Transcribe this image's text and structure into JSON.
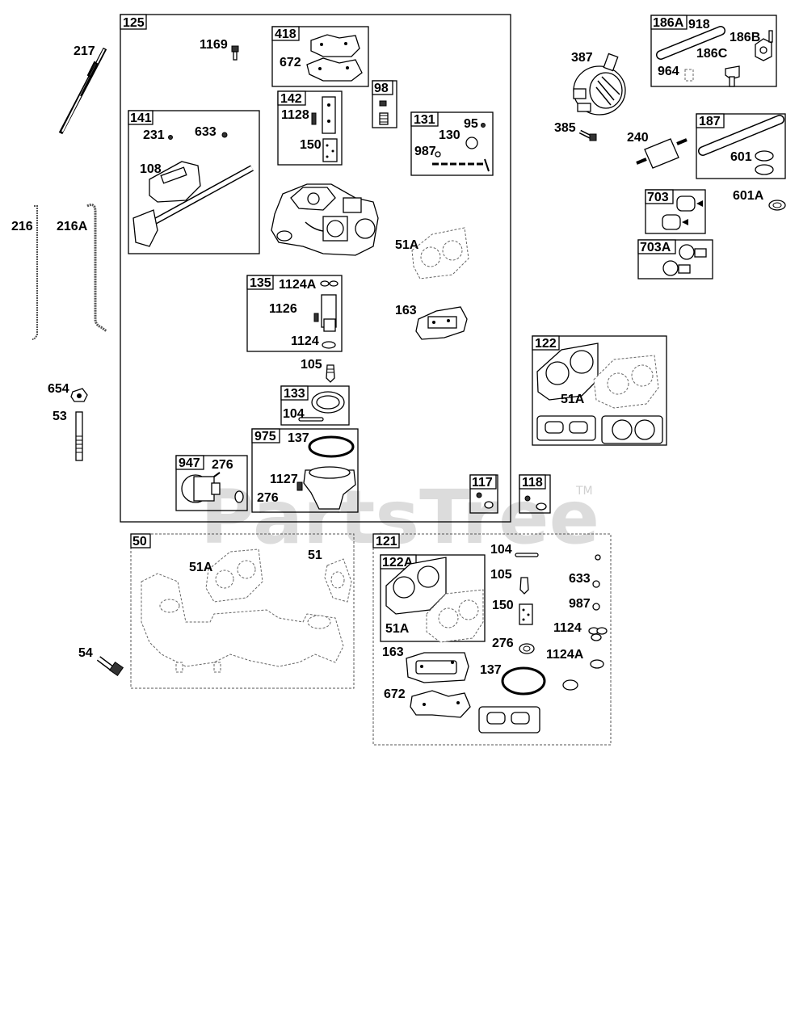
{
  "watermark": {
    "text": "PartsTree",
    "trademark": "TM"
  },
  "groups": [
    {
      "id": "g125",
      "label": "125"
    },
    {
      "id": "g418",
      "label": "418"
    },
    {
      "id": "g98",
      "label": "98"
    },
    {
      "id": "g141",
      "label": "141"
    },
    {
      "id": "g142",
      "label": "142"
    },
    {
      "id": "g131",
      "label": "131"
    },
    {
      "id": "g135",
      "label": "135"
    },
    {
      "id": "g133",
      "label": "133"
    },
    {
      "id": "g975",
      "label": "975"
    },
    {
      "id": "g947",
      "label": "947"
    },
    {
      "id": "g117",
      "label": "117"
    },
    {
      "id": "g118",
      "label": "118"
    },
    {
      "id": "g186A",
      "label": "186A"
    },
    {
      "id": "g187",
      "label": "187"
    },
    {
      "id": "g703",
      "label": "703"
    },
    {
      "id": "g703A",
      "label": "703A"
    },
    {
      "id": "g122",
      "label": "122"
    },
    {
      "id": "g50",
      "label": "50"
    },
    {
      "id": "g121",
      "label": "121"
    },
    {
      "id": "g122A",
      "label": "122A"
    }
  ],
  "callouts": [
    {
      "id": "c217",
      "label": "217"
    },
    {
      "id": "c1169",
      "label": "1169"
    },
    {
      "id": "c672a",
      "label": "672"
    },
    {
      "id": "c1128",
      "label": "1128"
    },
    {
      "id": "c150a",
      "label": "150"
    },
    {
      "id": "c231",
      "label": "231"
    },
    {
      "id": "c633a",
      "label": "633"
    },
    {
      "id": "c108",
      "label": "108"
    },
    {
      "id": "c95",
      "label": "95"
    },
    {
      "id": "c130",
      "label": "130"
    },
    {
      "id": "c987a",
      "label": "987"
    },
    {
      "id": "c216",
      "label": "216"
    },
    {
      "id": "c216A",
      "label": "216A"
    },
    {
      "id": "c51Aa",
      "label": "51A"
    },
    {
      "id": "c1124Aa",
      "label": "1124A"
    },
    {
      "id": "c1126",
      "label": "1126"
    },
    {
      "id": "c163a",
      "label": "163"
    },
    {
      "id": "c1124a",
      "label": "1124"
    },
    {
      "id": "c105a",
      "label": "105"
    },
    {
      "id": "c654",
      "label": "654"
    },
    {
      "id": "c53",
      "label": "53"
    },
    {
      "id": "c104a",
      "label": "104"
    },
    {
      "id": "c137a",
      "label": "137"
    },
    {
      "id": "c276a",
      "label": "276"
    },
    {
      "id": "c1127",
      "label": "1127"
    },
    {
      "id": "c276b",
      "label": "276"
    },
    {
      "id": "c918",
      "label": "918"
    },
    {
      "id": "c186B",
      "label": "186B"
    },
    {
      "id": "c186C",
      "label": "186C"
    },
    {
      "id": "c964",
      "label": "964"
    },
    {
      "id": "c387",
      "label": "387"
    },
    {
      "id": "c385",
      "label": "385"
    },
    {
      "id": "c240",
      "label": "240"
    },
    {
      "id": "c601",
      "label": "601"
    },
    {
      "id": "c601A",
      "label": "601A"
    },
    {
      "id": "c51Ab",
      "label": "51A"
    },
    {
      "id": "c51Ac",
      "label": "51A"
    },
    {
      "id": "c51",
      "label": "51"
    },
    {
      "id": "c54",
      "label": "54"
    },
    {
      "id": "c104b",
      "label": "104"
    },
    {
      "id": "c105b",
      "label": "105"
    },
    {
      "id": "c633b",
      "label": "633"
    },
    {
      "id": "c150b",
      "label": "150"
    },
    {
      "id": "c987b",
      "label": "987"
    },
    {
      "id": "c1124b",
      "label": "1124"
    },
    {
      "id": "c51Ad",
      "label": "51A"
    },
    {
      "id": "c276c",
      "label": "276"
    },
    {
      "id": "c1124Ab",
      "label": "1124A"
    },
    {
      "id": "c163b",
      "label": "163"
    },
    {
      "id": "c137b",
      "label": "137"
    },
    {
      "id": "c672b",
      "label": "672"
    }
  ]
}
